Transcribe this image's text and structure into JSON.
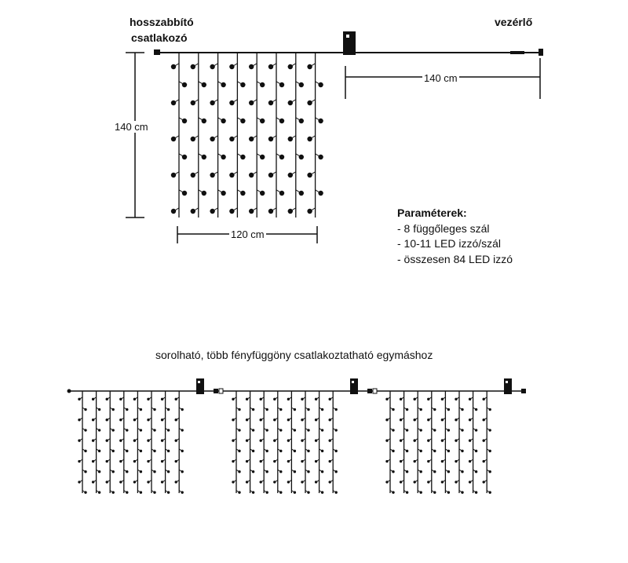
{
  "labels": {
    "extension_connector_line1": "hosszabbító",
    "extension_connector_line2": "csatlakozó",
    "controller": "vezérlő",
    "height_dimension": "140 cm",
    "width_dimension": "120 cm",
    "lead_cable_dimension": "140 cm",
    "chainable_caption": "sorolható, több fényfüggöny csatlakoztatható egymáshoz"
  },
  "parameters": {
    "title": "Paraméterek:",
    "items": [
      "- 8 függőleges szál",
      "- 10-11 LED izzó/szál",
      "- összesen 84 LED izzó"
    ]
  },
  "curtain": {
    "strands": 8,
    "bulbs_per_strand_min": 10,
    "bulbs_per_strand_max": 11,
    "total_bulbs": 84
  },
  "chained_curtains": 3
}
